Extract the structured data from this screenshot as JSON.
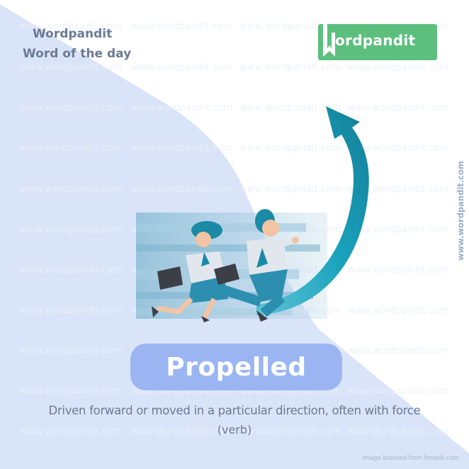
{
  "header": {
    "title": "Wordpandit",
    "subtitle": "Word of the day"
  },
  "logo": {
    "letter": "W",
    "text": "ordpandit",
    "color": "#5cbf7e"
  },
  "side_url": "www.wordpandit.com",
  "watermark": "www.wordpandit.com",
  "word": {
    "label": "Propelled",
    "pill_color": "#9ab5f2"
  },
  "definition": {
    "text": "Driven forward or moved in a particular  direction,  often with force",
    "part_of_speech": "(verb)"
  },
  "illustration": {
    "description": "Two business people running with briefcases toward a rising curved arrow",
    "arrow_color": "#1e9bb4"
  },
  "license": "Image licensed from freepik.com",
  "colors": {
    "background": "#ffffff",
    "shape": "#d9e4f8",
    "text": "#6b7a96"
  }
}
